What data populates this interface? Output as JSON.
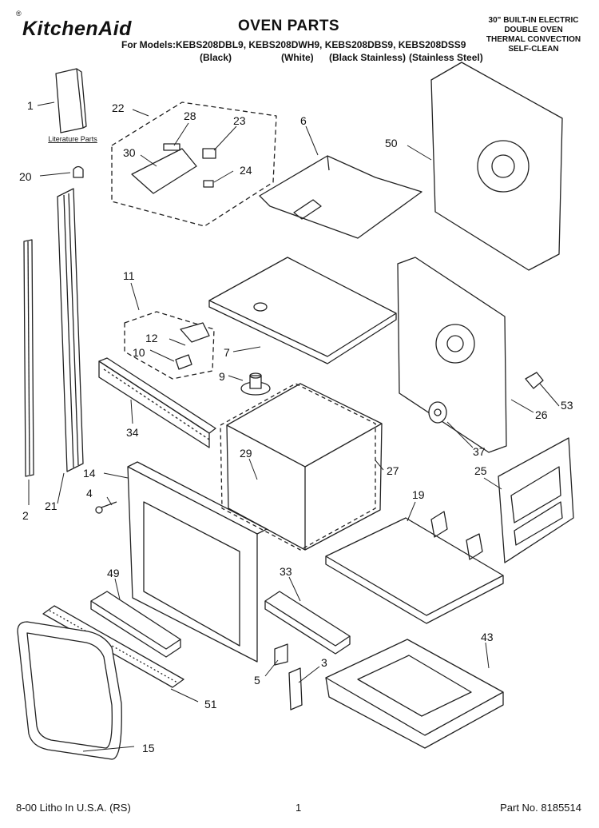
{
  "header": {
    "brand": "KitchenAid",
    "registered_mark": "®",
    "title": "OVEN PARTS",
    "models_line": "For Models:KEBS208DBL9, KEBS208DWH9, KEBS208DBS9, KEBS208DSS9",
    "finishes": [
      "(Black)",
      "(White)",
      "(Black Stainless)",
      "(Stainless Steel)"
    ],
    "description": [
      "30\" BUILT-IN ELECTRIC",
      "DOUBLE OVEN",
      "THERMAL CONVECTION",
      "SELF-CLEAN"
    ]
  },
  "literature_label": "Literature Parts",
  "callouts": [
    "1",
    "2",
    "3",
    "4",
    "5",
    "6",
    "7",
    "9",
    "10",
    "11",
    "12",
    "14",
    "15",
    "19",
    "20",
    "21",
    "22",
    "23",
    "24",
    "25",
    "26",
    "27",
    "28",
    "29",
    "30",
    "33",
    "34",
    "37",
    "43",
    "49",
    "50",
    "51",
    "53"
  ],
  "footer": {
    "left": "8-00 Litho In U.S.A. (RS)",
    "page": "1",
    "part_no": "Part No. 8185514"
  }
}
